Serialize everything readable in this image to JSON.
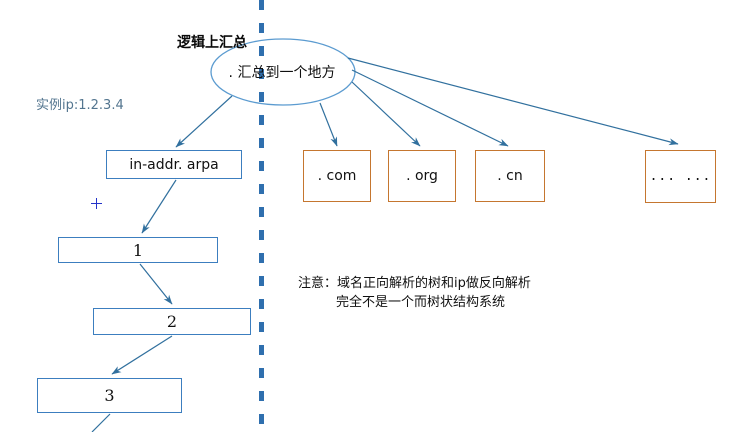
{
  "diagram": {
    "title_label": "逻辑上汇总",
    "instance_label": "实例ip:1.2.3.4",
    "root": {
      "label": ". 汇总到一个地方",
      "shape": "ellipse"
    },
    "reverse_branch": {
      "nodes": [
        {
          "id": "in-addr-arpa",
          "label": "in-addr. arpa"
        },
        {
          "id": "octet-1",
          "label": "1"
        },
        {
          "id": "octet-2",
          "label": "2"
        },
        {
          "id": "octet-3",
          "label": "3"
        }
      ]
    },
    "forward_branch": {
      "nodes": [
        {
          "id": "tld-com",
          "label": ". com"
        },
        {
          "id": "tld-org",
          "label": ". org"
        },
        {
          "id": "tld-cn",
          "label": ". cn"
        },
        {
          "id": "tld-etc",
          "label": "... ..."
        }
      ]
    },
    "note": {
      "line1": "注意：域名正向解析的树和ip做反向解析",
      "line2": "完全不是一个而树状结构系统"
    },
    "divider": {
      "name": "vertical-dashed-divider",
      "style": "dashed"
    },
    "marker": {
      "name": "plus-marker"
    },
    "colors": {
      "line_blue": "#3c7ebf",
      "arrow_blue": "#31709e",
      "box_orange": "#c5762f",
      "divider_blue": "#2f6fae",
      "instance_text": "#53758f",
      "marker_blue": "#2433c9",
      "text_black": "#111111",
      "background": "#ffffff"
    }
  }
}
